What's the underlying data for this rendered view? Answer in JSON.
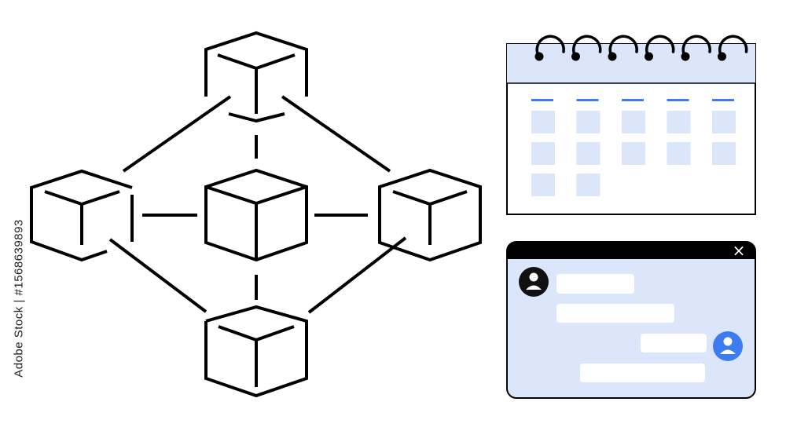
{
  "stock_id": "Adobe Stock | #1568639893",
  "colors": {
    "ink": "#000000",
    "accent_blue": "#3d7bf0",
    "light_blue": "#dce6fb",
    "white": "#ffffff"
  },
  "icons": {
    "network": "blockchain-network-icon",
    "calendar": "calendar-icon",
    "chat": "chat-window-icon",
    "close": "close-icon",
    "user": "user-avatar-icon"
  },
  "calendar": {
    "ring_count": 6,
    "column_count": 5,
    "row_fill_counts": [
      5,
      5,
      2
    ]
  },
  "chat": {
    "close_symbol": "×",
    "messages": [
      {
        "side": "left",
        "avatar": true
      },
      {
        "side": "left",
        "avatar": false
      },
      {
        "side": "right",
        "avatar": true
      },
      {
        "side": "right",
        "avatar": false
      }
    ]
  }
}
